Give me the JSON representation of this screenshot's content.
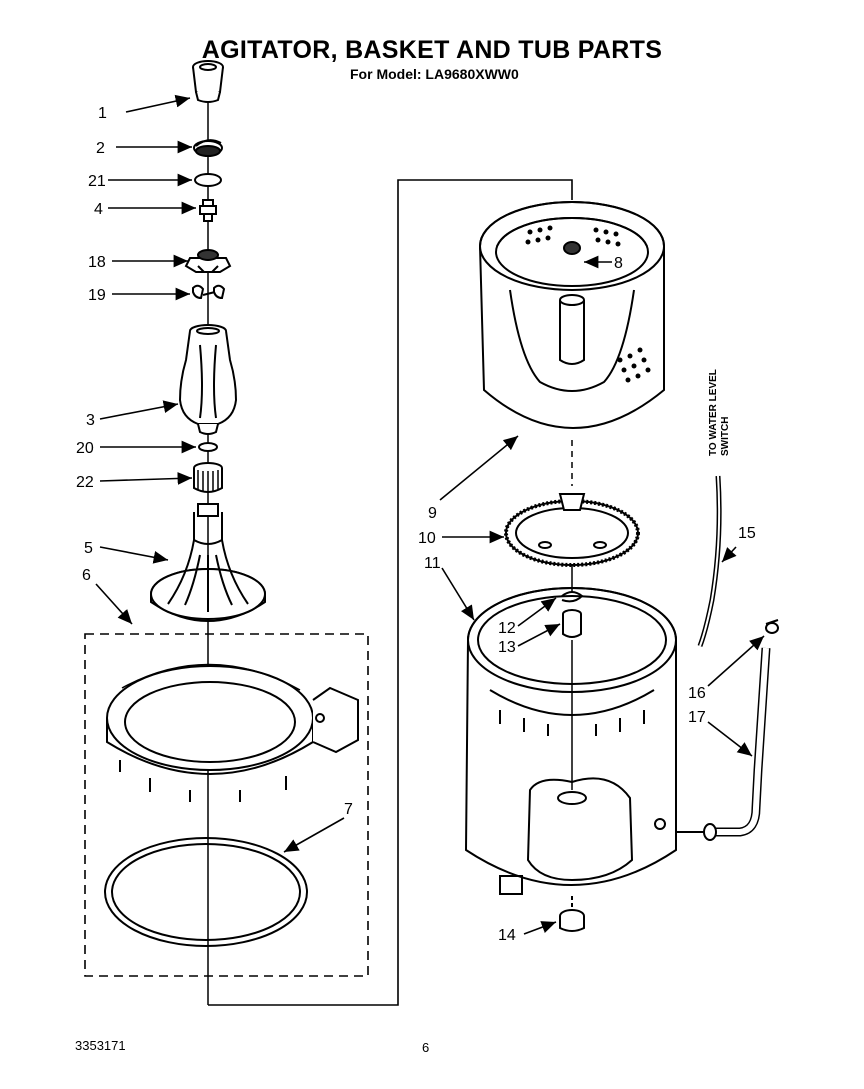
{
  "header": {
    "title": "AGITATOR, BASKET AND TUB PARTS",
    "model_line": "For Model: LA9680XWW0"
  },
  "footer": {
    "doc_number": "3353171",
    "page_number": "6"
  },
  "callouts": {
    "c1": "1",
    "c2": "2",
    "c21": "21",
    "c4": "4",
    "c18": "18",
    "c19": "19",
    "c3": "3",
    "c20": "20",
    "c22": "22",
    "c5": "5",
    "c6": "6",
    "c7": "7",
    "c8": "8",
    "c9": "9",
    "c10": "10",
    "c11": "11",
    "c12": "12",
    "c13": "13",
    "c14": "14",
    "c15": "15",
    "c16": "16",
    "c17": "17"
  },
  "notes": {
    "water_level_line1": "TO WATER LEVEL",
    "water_level_line2": "SWITCH"
  }
}
